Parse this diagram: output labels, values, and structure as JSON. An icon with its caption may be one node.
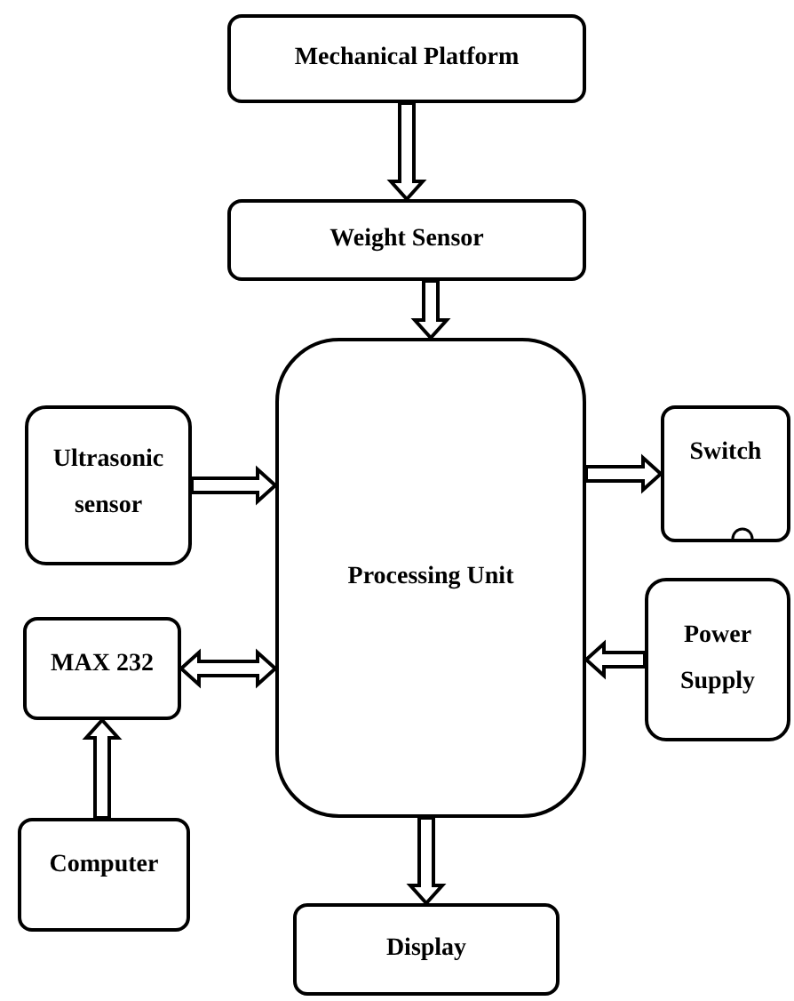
{
  "diagram": {
    "nodes": [
      {
        "text": [
          "Mechanical Platform"
        ]
      },
      {
        "text": [
          "Weight Sensor"
        ]
      },
      {
        "text": [
          "Processing Unit"
        ]
      },
      {
        "text": [
          "Ultrasonic sensor"
        ]
      },
      {
        "text": [
          "Switch"
        ]
      },
      {
        "text": [
          "MAX 232"
        ]
      },
      {
        "text": [
          "Power Supply"
        ]
      },
      {
        "text": [
          "Computer"
        ]
      },
      {
        "text": [
          "Display"
        ]
      }
    ],
    "edges": [
      {
        "from": 0,
        "to": 1,
        "arrow": "to"
      },
      {
        "from": 1,
        "to": 2,
        "arrow": "to"
      },
      {
        "from": 3,
        "to": 2,
        "arrow": "to"
      },
      {
        "from": 2,
        "to": 4,
        "arrow": "to"
      },
      {
        "from": 5,
        "to": 2,
        "arrow": "both"
      },
      {
        "from": 6,
        "to": 2,
        "arrow": "to"
      },
      {
        "from": 7,
        "to": 5,
        "arrow": "to"
      },
      {
        "from": 2,
        "to": 8,
        "arrow": "to"
      }
    ]
  }
}
